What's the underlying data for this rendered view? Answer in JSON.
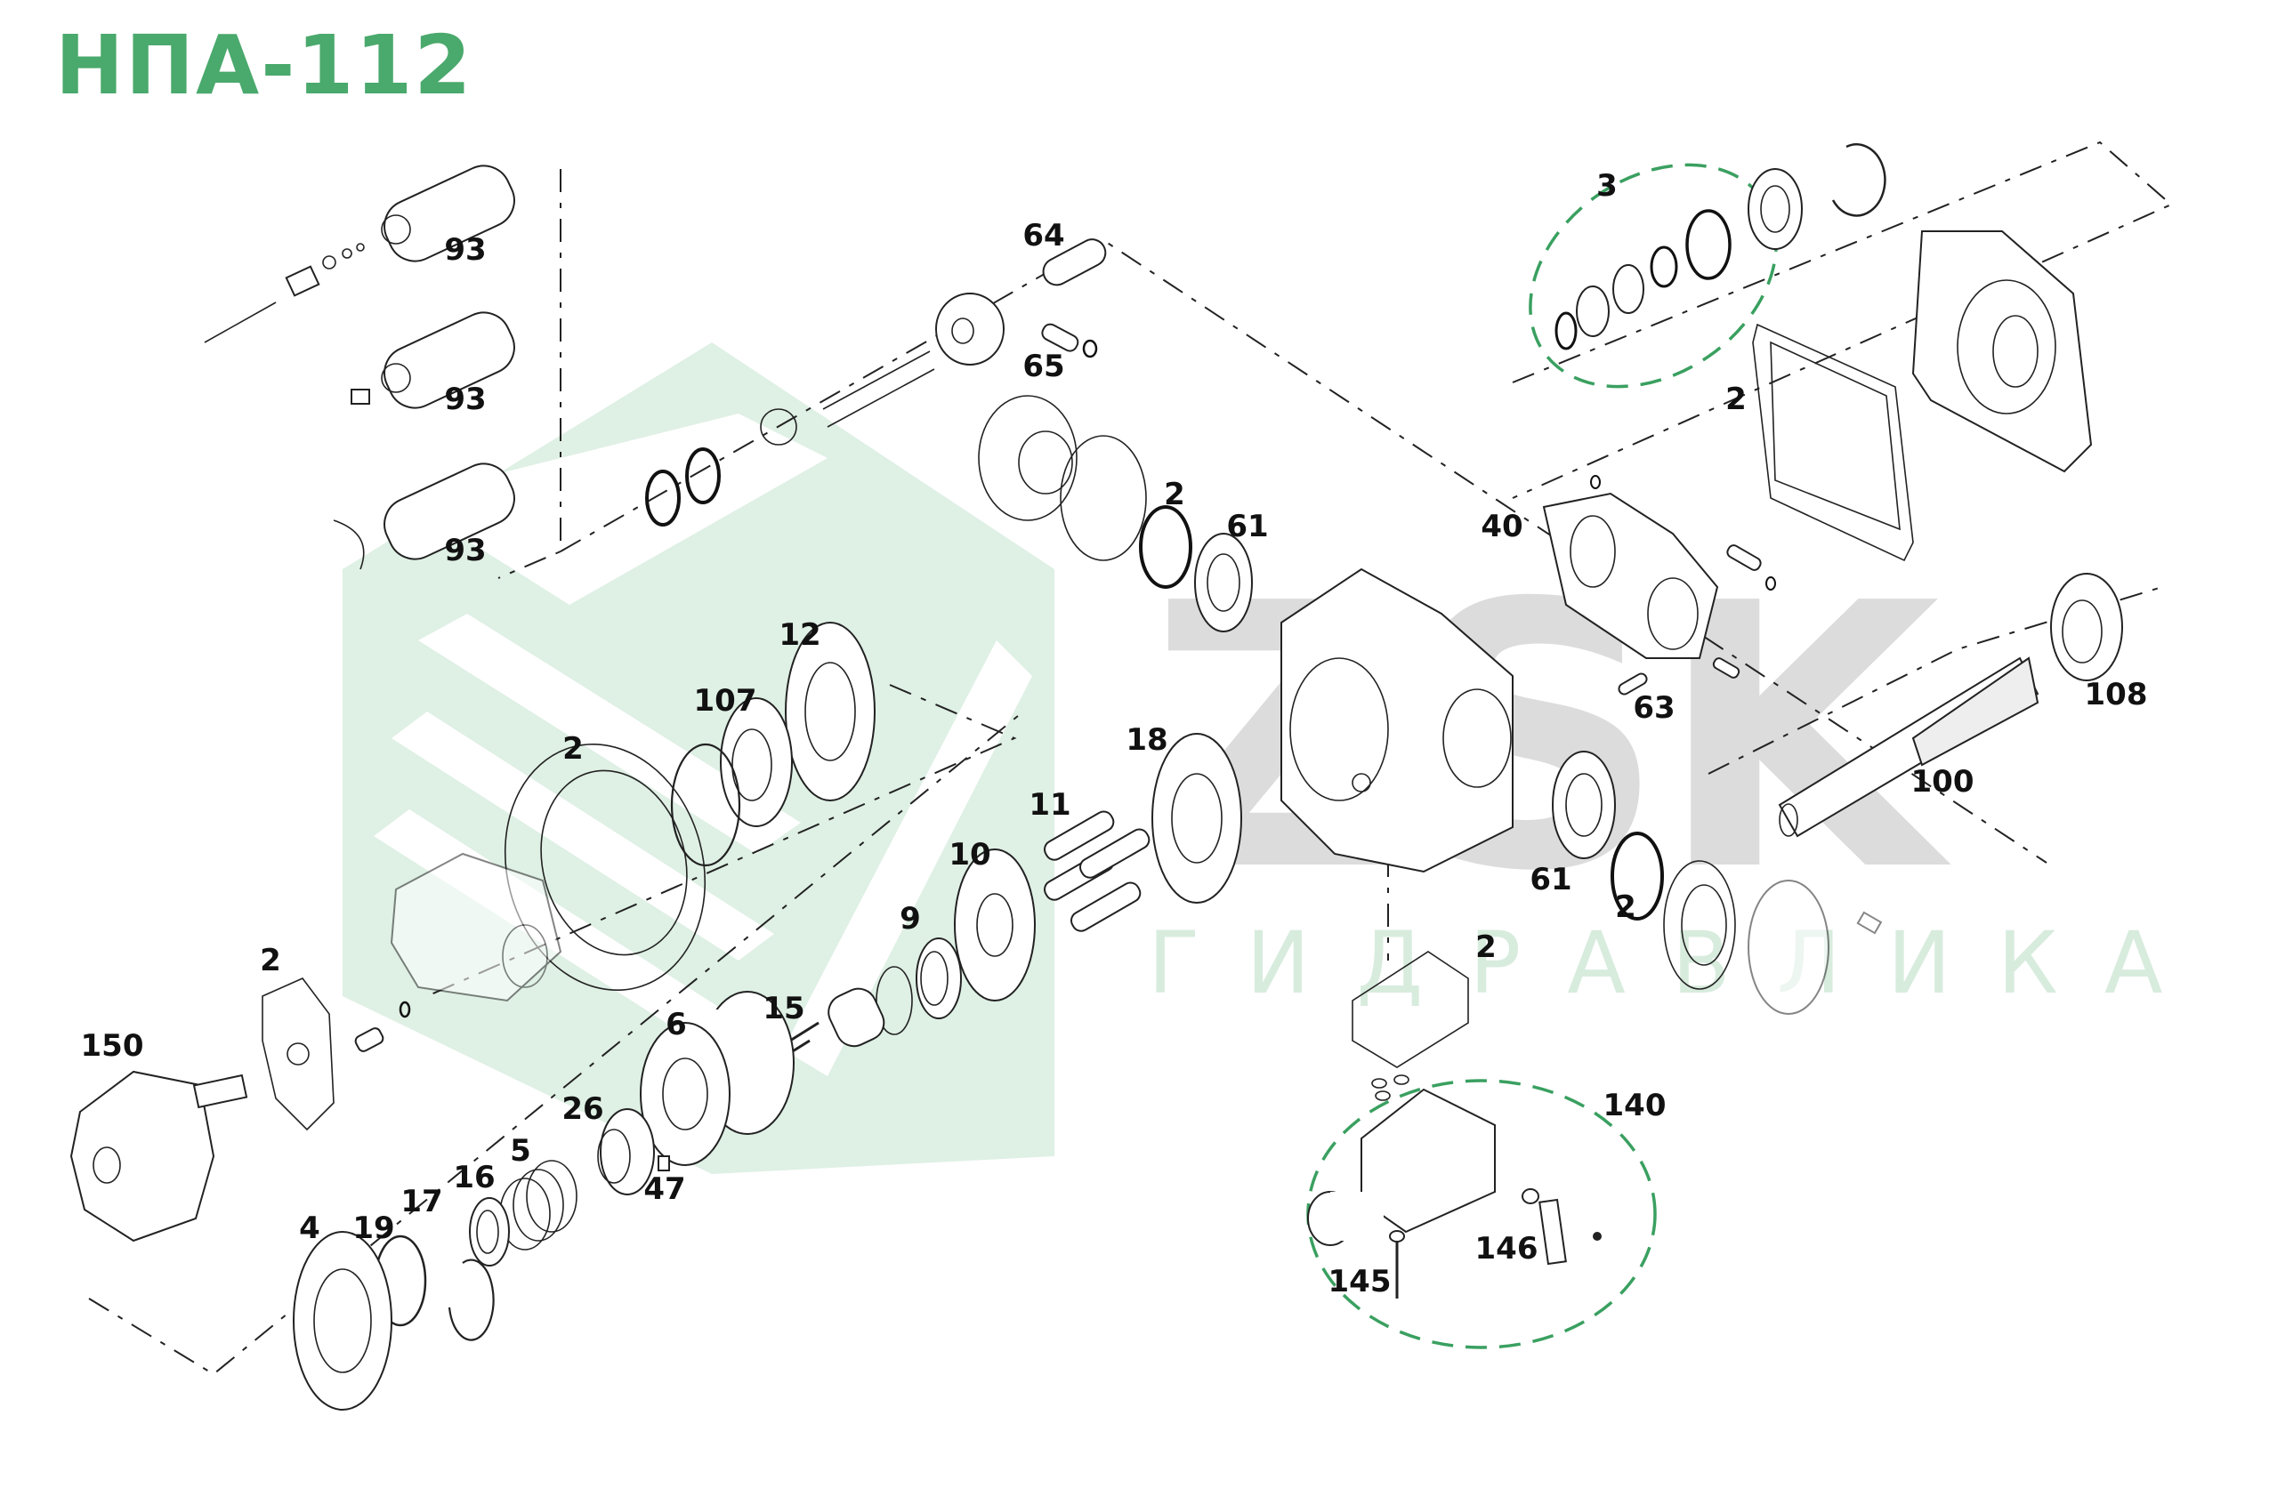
{
  "title": "НПА-112",
  "watermark": {
    "brand": "ZSK",
    "subtitle": "ГИДРАВЛИКА",
    "brand_color": "#dcdcdc",
    "logo_color": "#dceee2",
    "subtitle_color": "#d8ecde"
  },
  "colors": {
    "title": "#4aa96c",
    "group_outline": "#3aa060",
    "linework": "#222222"
  },
  "callouts": [
    {
      "id": "c93a",
      "label": "93"
    },
    {
      "id": "c93b",
      "label": "93"
    },
    {
      "id": "c93c",
      "label": "93"
    },
    {
      "id": "c64",
      "label": "64"
    },
    {
      "id": "c65",
      "label": "65"
    },
    {
      "id": "c3",
      "label": "3"
    },
    {
      "id": "c2-top-right",
      "label": "2"
    },
    {
      "id": "c40",
      "label": "40"
    },
    {
      "id": "c2-upper-mid",
      "label": "2"
    },
    {
      "id": "c61-upper",
      "label": "61"
    },
    {
      "id": "c12",
      "label": "12"
    },
    {
      "id": "c107",
      "label": "107"
    },
    {
      "id": "c2-mid-left",
      "label": "2"
    },
    {
      "id": "c18",
      "label": "18"
    },
    {
      "id": "c11",
      "label": "11"
    },
    {
      "id": "c63",
      "label": "63"
    },
    {
      "id": "c108",
      "label": "108"
    },
    {
      "id": "c100",
      "label": "100"
    },
    {
      "id": "c10",
      "label": "10"
    },
    {
      "id": "c9",
      "label": "9"
    },
    {
      "id": "c61-lower",
      "label": "61"
    },
    {
      "id": "c2-lower-right",
      "label": "2"
    },
    {
      "id": "c2-bottom-gasket",
      "label": "2"
    },
    {
      "id": "c2-left",
      "label": "2"
    },
    {
      "id": "c150",
      "label": "150"
    },
    {
      "id": "c15",
      "label": "15"
    },
    {
      "id": "c6",
      "label": "6"
    },
    {
      "id": "c26",
      "label": "26"
    },
    {
      "id": "c5",
      "label": "5"
    },
    {
      "id": "c47",
      "label": "47"
    },
    {
      "id": "c16",
      "label": "16"
    },
    {
      "id": "c17",
      "label": "17"
    },
    {
      "id": "c19",
      "label": "19"
    },
    {
      "id": "c4",
      "label": "4"
    },
    {
      "id": "c140",
      "label": "140"
    },
    {
      "id": "c146",
      "label": "146"
    },
    {
      "id": "c145",
      "label": "145"
    }
  ]
}
